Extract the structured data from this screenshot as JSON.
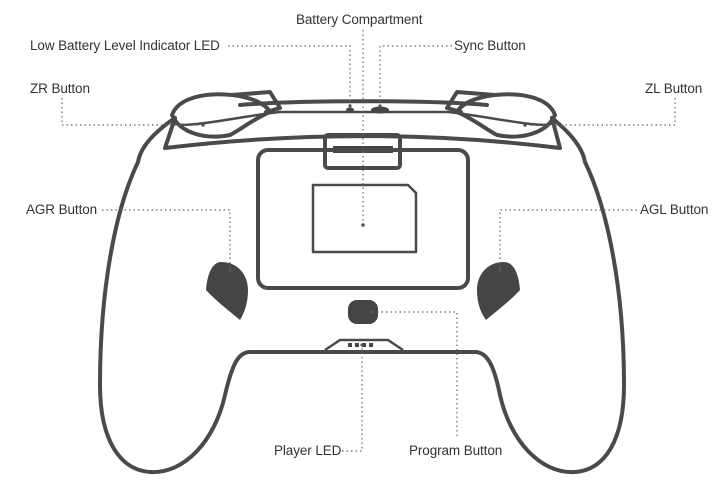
{
  "labels": {
    "battery_compartment": "Battery Compartment",
    "low_battery_led": "Low Battery Level Indicator LED",
    "sync_button": "Sync Button",
    "zr_button": "ZR Button",
    "zl_button": "ZL Button",
    "agr_button": "AGR Button",
    "agl_button": "AGL Button",
    "player_led": "Player LED",
    "program_button": "Program Button"
  },
  "colors": {
    "outline": "#4a4a4a",
    "fill_dark": "#454545",
    "label_text": "#333333",
    "background": "#ffffff"
  }
}
